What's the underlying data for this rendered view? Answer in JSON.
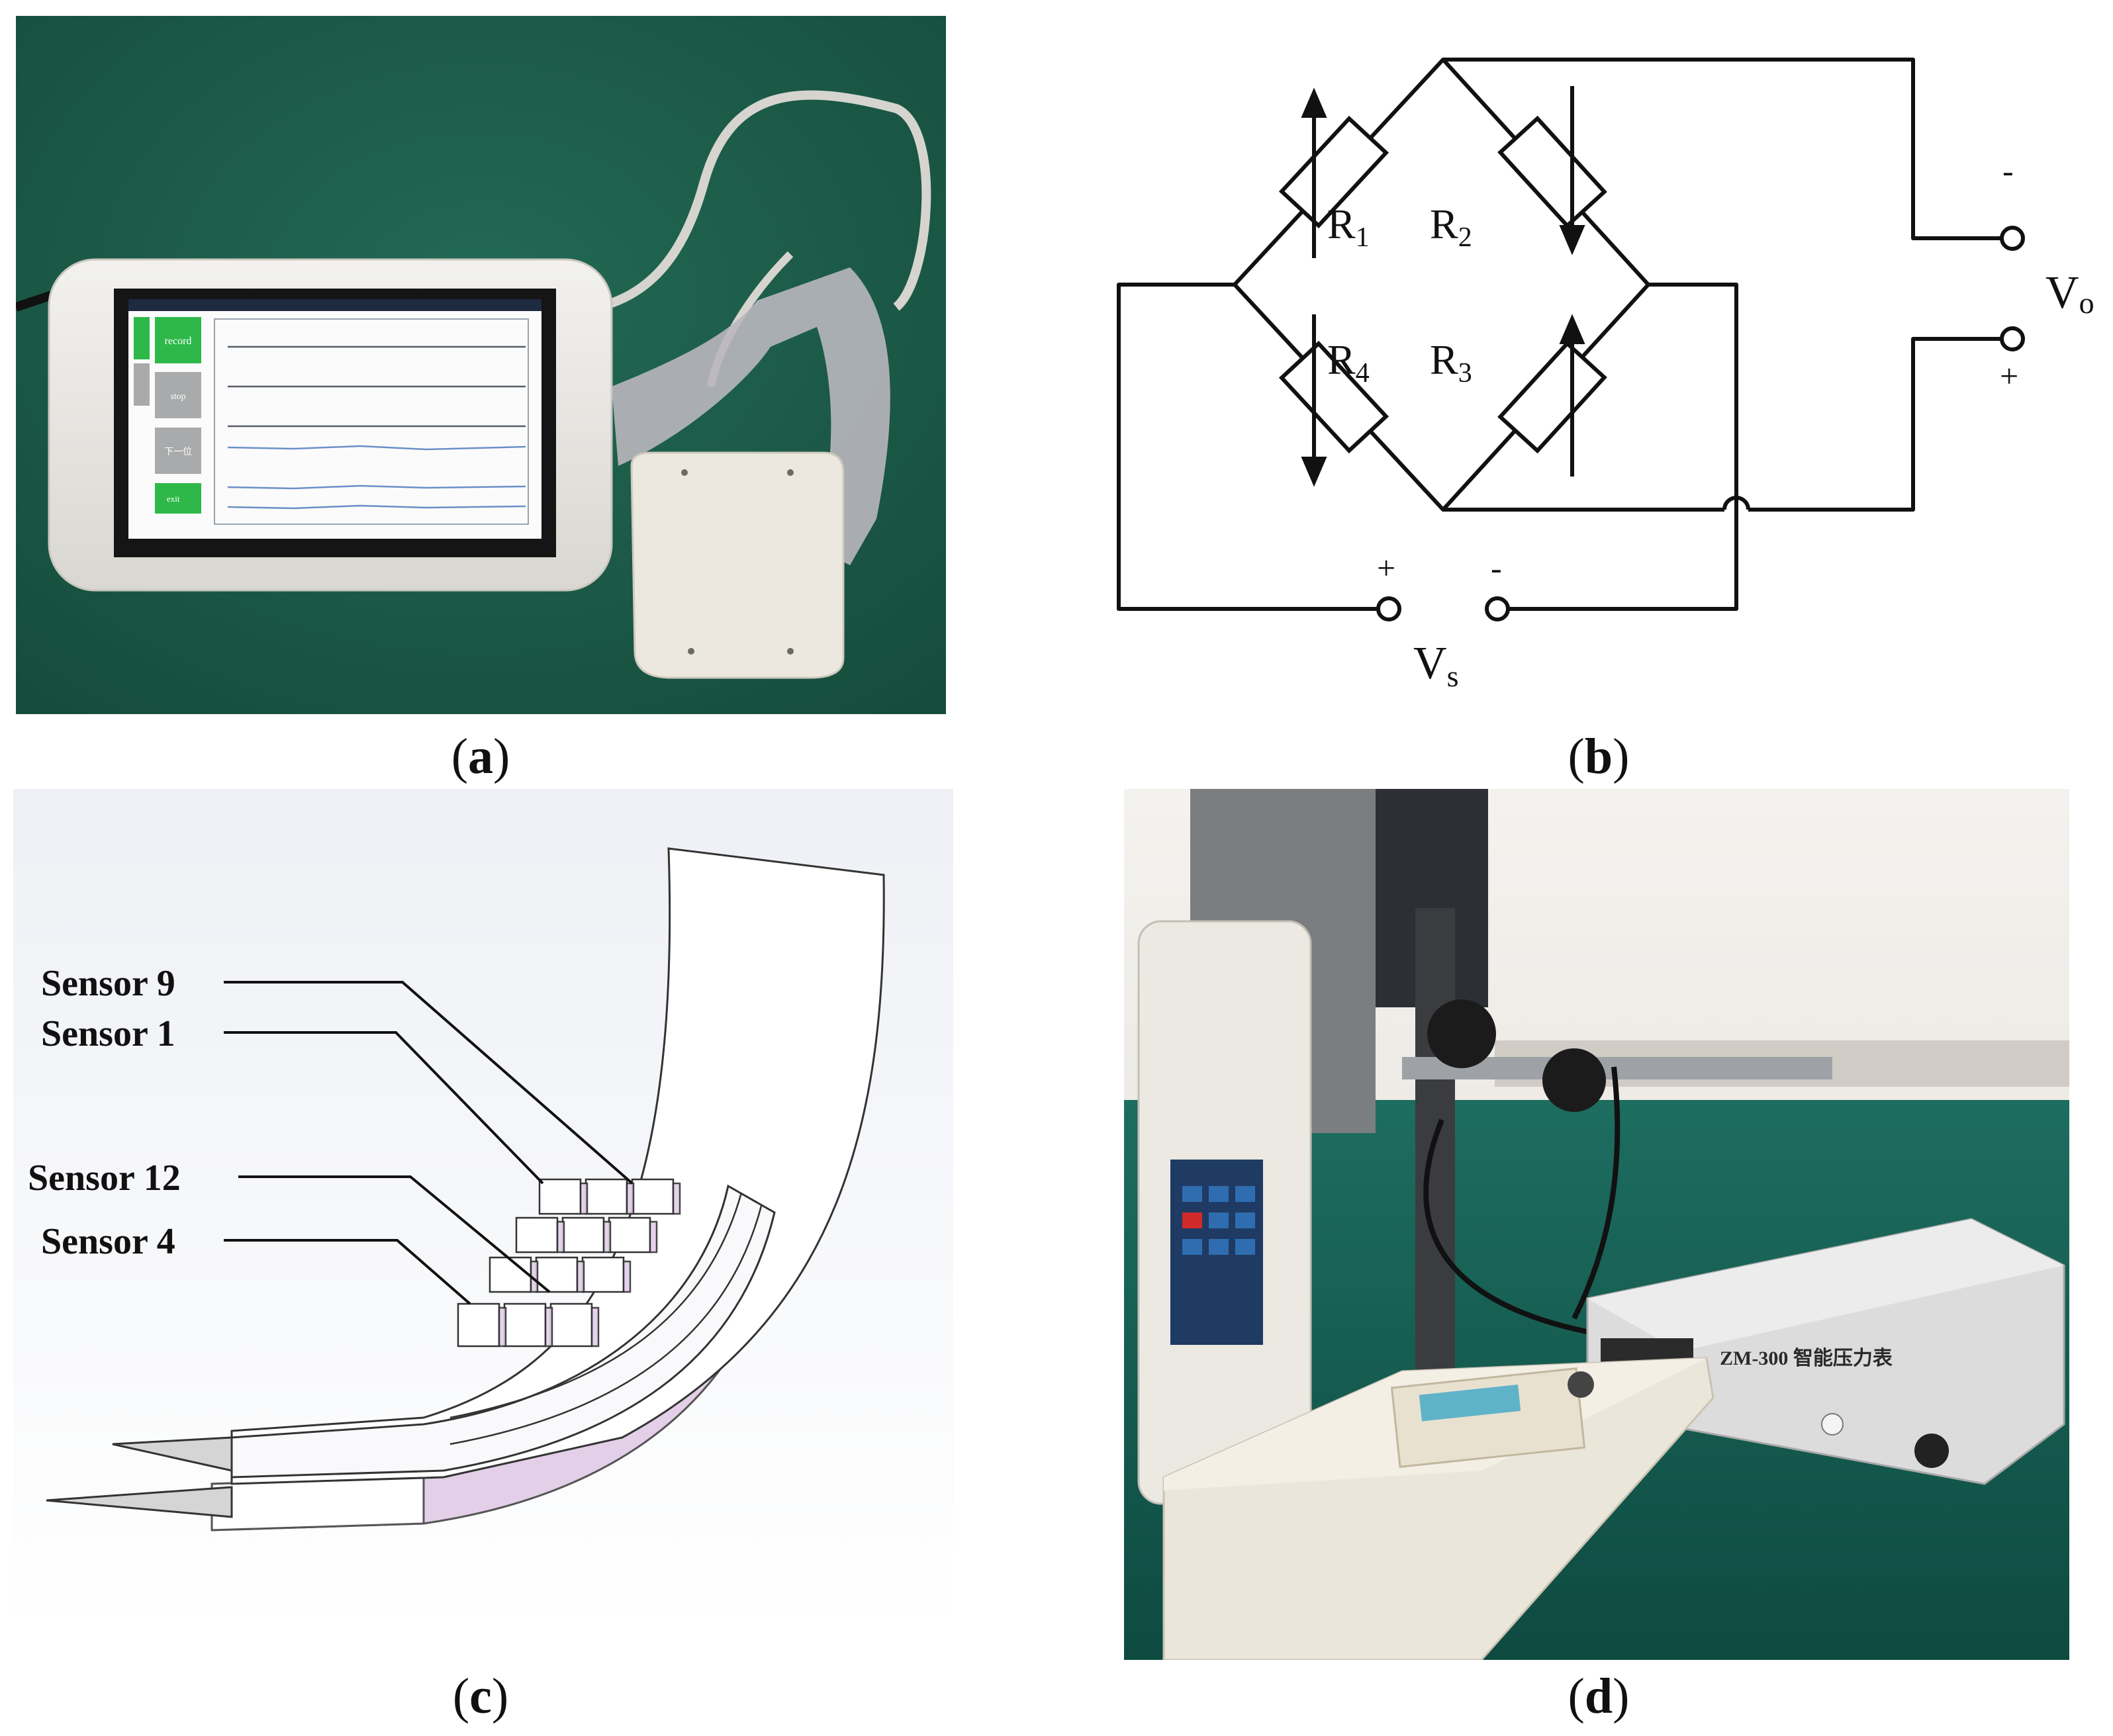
{
  "panels": {
    "a": {
      "caption_open": "(",
      "caption_letter": "a",
      "caption_close": ")",
      "screen_buttons": [
        "record",
        "stop",
        "下一位",
        "exit"
      ],
      "colors": {
        "background": "#1d5e4a",
        "device": "#e9e7e2",
        "button_green": "#2eb84a",
        "button_gray": "#a9aaab"
      }
    },
    "b": {
      "caption_open": "(",
      "caption_letter": "b",
      "caption_close": ")",
      "resistors": [
        {
          "main": "R",
          "sub": "1"
        },
        {
          "main": "R",
          "sub": "2"
        },
        {
          "main": "R",
          "sub": "4"
        },
        {
          "main": "R",
          "sub": "3"
        }
      ],
      "output_label": {
        "main": "V",
        "sub": "o"
      },
      "supply_label": {
        "main": "V",
        "sub": "s"
      },
      "vo_minus": "-",
      "vo_plus": "+",
      "vs_plus": "+",
      "vs_minus": "-"
    },
    "c": {
      "caption_open": "(",
      "caption_letter": "c",
      "caption_close": ")",
      "sensor_labels": [
        "Sensor 9",
        "Sensor 1",
        "Sensor 12",
        "Sensor 4"
      ],
      "colors": {
        "surface": "#ffffff",
        "pink": "#e3cfe8",
        "background_top": "#f4f5f8",
        "background_bottom": "#ffffff"
      }
    },
    "d": {
      "caption_open": "(",
      "caption_letter": "d",
      "caption_close": ")",
      "instrument_label": "ZM-300 智能压力表"
    }
  }
}
